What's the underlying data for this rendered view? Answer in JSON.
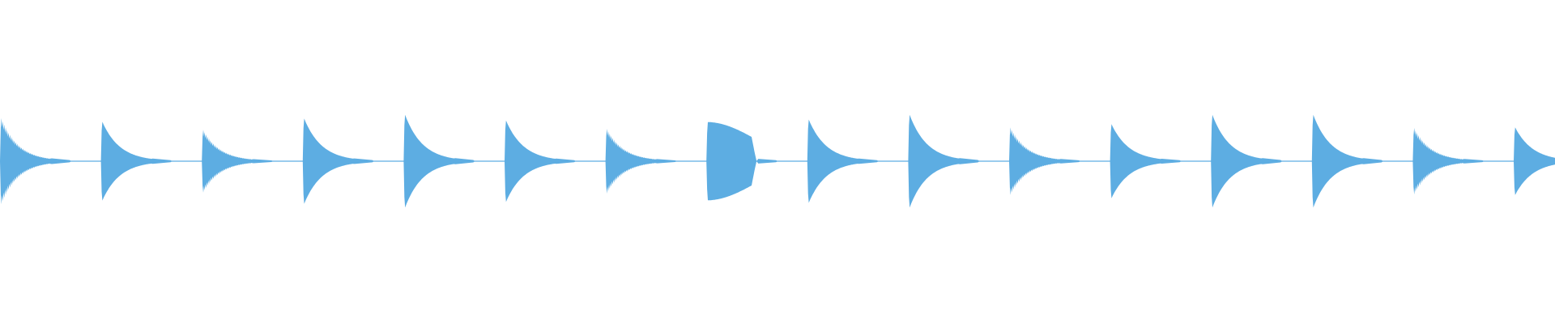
{
  "waveform": {
    "color": "#5DADE2",
    "background": "#ffffff",
    "hits": [
      {
        "peak": 0.93,
        "shape": "spiky"
      },
      {
        "peak": 0.85,
        "shape": "smooth"
      },
      {
        "peak": 0.68,
        "shape": "spiky"
      },
      {
        "peak": 0.92,
        "shape": "smooth"
      },
      {
        "peak": 1.0,
        "shape": "smooth"
      },
      {
        "peak": 0.88,
        "shape": "smooth"
      },
      {
        "peak": 0.7,
        "shape": "spiky"
      },
      {
        "peak": 0.78,
        "shape": "round"
      },
      {
        "peak": 0.9,
        "shape": "smooth"
      },
      {
        "peak": 1.0,
        "shape": "smooth"
      },
      {
        "peak": 0.73,
        "shape": "spiky"
      },
      {
        "peak": 0.8,
        "shape": "smooth"
      },
      {
        "peak": 1.0,
        "shape": "smooth"
      },
      {
        "peak": 1.0,
        "shape": "smooth"
      },
      {
        "peak": 0.72,
        "shape": "spiky"
      },
      {
        "peak": 0.73,
        "shape": "smooth"
      }
    ]
  }
}
